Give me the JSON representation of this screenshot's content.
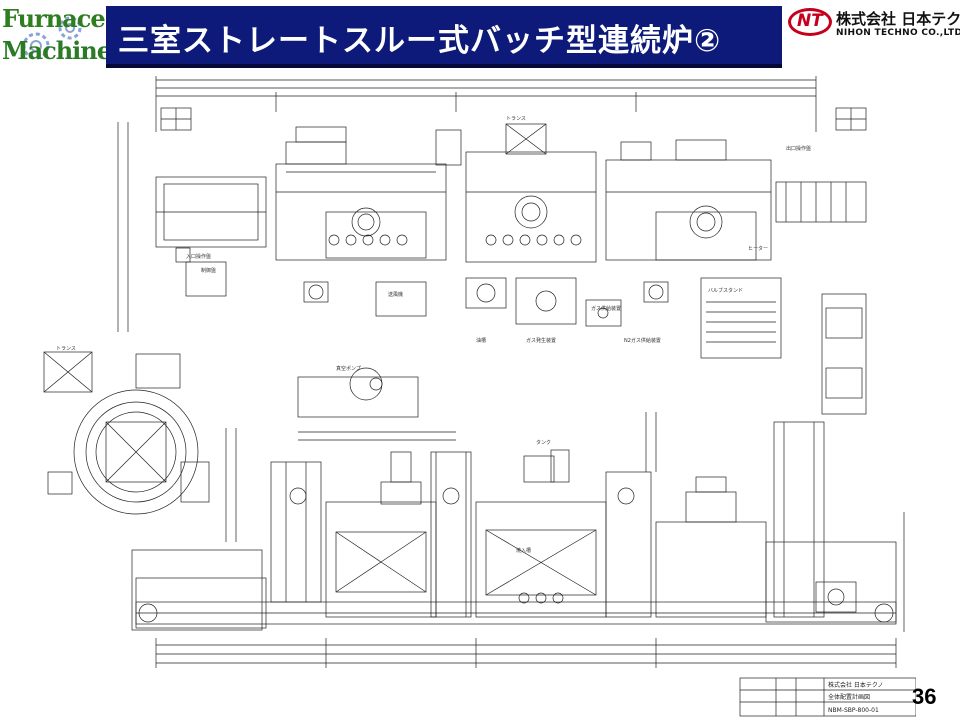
{
  "header": {
    "logo_line1": "Furnace",
    "logo_line2": "Machine",
    "title": "三室ストレートスルー式バッチ型連続炉②",
    "company_jp": "株式会社 日本テクノ",
    "company_en": "NIHON TECHNO CO.,LTD.",
    "company_mark": "NT"
  },
  "drawing": {
    "labels": {
      "trans": "トランス",
      "trans2": "トランス",
      "entrance_op": "入口操作盤",
      "control": "制御盤",
      "blower": "送風機",
      "gas_unit": "ガス供給装置",
      "valve_stand": "バルブスタンド",
      "exit_op": "出口操作盤",
      "heater": "ヒーター",
      "pump": "油槽",
      "gas_gen": "ガス発生装置",
      "vacuum": "真空ポンプ",
      "tank": "タンク",
      "quench": "焼入槽",
      "n2": "N2ガス供給装置"
    },
    "title_block": {
      "company": "株式会社 日本テクノ",
      "drawing_title": "全体配置計画図",
      "drawing_no": "NBM-SBP-800-01"
    }
  },
  "page_number": "36"
}
